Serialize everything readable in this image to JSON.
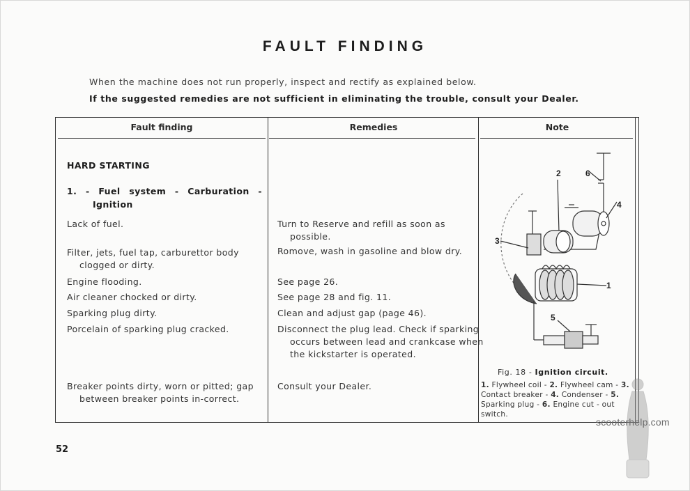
{
  "title": "FAULT FINDING",
  "intro": "When the machine does not run properly, inspect and rectify as explained below.",
  "intro_bold": "If the suggested remedies are not sufficient in eliminating the trouble, consult your Dealer.",
  "columns": {
    "fault": "Fault finding",
    "remedies": "Remedies",
    "note": "Note"
  },
  "section": {
    "heading": "HARD STARTING",
    "subheading_line1": "1. - Fuel system - Carburation -",
    "subheading_line2": "Ignition"
  },
  "rows": [
    {
      "fault": "Lack of fuel.",
      "remedy": "Turn to Reserve and refill as soon as possible."
    },
    {
      "fault": "Filter, jets, fuel tap, carburettor body clogged or dirty.",
      "remedy": "Romove, wash in gasoline and blow dry."
    },
    {
      "fault": "Engine flooding.",
      "remedy": "See page 26."
    },
    {
      "fault": "Air cleaner chocked or dirty.",
      "remedy": "See page 28 and fig. 11."
    },
    {
      "fault": "Sparking plug dirty.",
      "remedy": "Clean and adjust gap (page 46)."
    },
    {
      "fault": "Porcelain of sparking plug cracked.",
      "remedy": "Disconnect the plug lead. Check if sparking occurs between lead and crankcase when the kickstarter is operated."
    },
    {
      "fault": "Breaker points dirty, worn or pitted; gap between breaker points in-correct.",
      "remedy": "Consult your Dealer."
    }
  ],
  "figure": {
    "labels": [
      "2",
      "6",
      "4",
      "3",
      "1",
      "5"
    ],
    "caption_prefix": "Fig. 18 - ",
    "caption_bold": "Ignition circuit.",
    "legend": [
      {
        "num": "1.",
        "text": " Flywheel coil - "
      },
      {
        "num": "2.",
        "text": " Flywheel cam - "
      },
      {
        "num": "3.",
        "text": " Contact breaker - "
      },
      {
        "num": "4.",
        "text": " Condenser - "
      },
      {
        "num": "5.",
        "text": " Sparking plug - "
      },
      {
        "num": "6.",
        "text": " Engine cut - out switch."
      }
    ]
  },
  "page_number": "52",
  "watermark": "scooterhelp.com"
}
